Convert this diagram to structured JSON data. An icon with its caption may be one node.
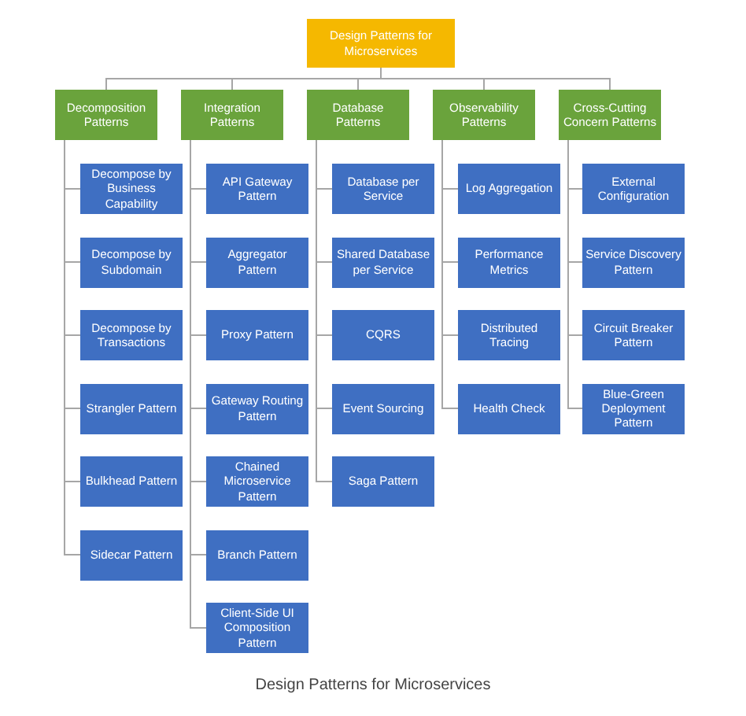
{
  "diagram": {
    "caption": "Design Patterns for Microservices",
    "nodes": [
      {
        "text": [
          "Design Patterns for Microservices"
        ]
      },
      {
        "text": [
          "Decomposition Patterns"
        ]
      },
      {
        "text": [
          "Integration Patterns"
        ]
      },
      {
        "text": [
          "Database Patterns"
        ]
      },
      {
        "text": [
          "Observability Patterns"
        ]
      },
      {
        "text": [
          "Cross-Cutting Concern Patterns"
        ]
      },
      {
        "text": [
          "Decompose by Business Capability"
        ]
      },
      {
        "text": [
          "Decompose by Subdomain"
        ]
      },
      {
        "text": [
          "Decompose by Transactions"
        ]
      },
      {
        "text": [
          "Strangler Pattern"
        ]
      },
      {
        "text": [
          "Bulkhead Pattern"
        ]
      },
      {
        "text": [
          "Sidecar Pattern"
        ]
      },
      {
        "text": [
          "API Gateway Pattern"
        ]
      },
      {
        "text": [
          "Aggregator Pattern"
        ]
      },
      {
        "text": [
          "Proxy Pattern"
        ]
      },
      {
        "text": [
          "Gateway Routing Pattern"
        ]
      },
      {
        "text": [
          "Chained Microservice Pattern"
        ]
      },
      {
        "text": [
          "Branch Pattern"
        ]
      },
      {
        "text": [
          "Client-Side UI Composition Pattern"
        ]
      },
      {
        "text": [
          "Database per Service"
        ]
      },
      {
        "text": [
          "Shared Database per Service"
        ]
      },
      {
        "text": [
          "CQRS"
        ]
      },
      {
        "text": [
          "Event Sourcing"
        ]
      },
      {
        "text": [
          "Saga Pattern"
        ]
      },
      {
        "text": [
          "Log Aggregation"
        ]
      },
      {
        "text": [
          "Performance Metrics"
        ]
      },
      {
        "text": [
          "Distributed Tracing"
        ]
      },
      {
        "text": [
          "Health Check"
        ]
      },
      {
        "text": [
          "External Configuration"
        ]
      },
      {
        "text": [
          "Service Discovery Pattern"
        ]
      },
      {
        "text": [
          "Circuit Breaker Pattern"
        ]
      },
      {
        "text": [
          "Blue-Green Deployment Pattern"
        ]
      }
    ],
    "edges": [
      {
        "from": 0,
        "to": 1,
        "arrow": "none"
      },
      {
        "from": 0,
        "to": 2,
        "arrow": "none"
      },
      {
        "from": 0,
        "to": 3,
        "arrow": "none"
      },
      {
        "from": 0,
        "to": 4,
        "arrow": "none"
      },
      {
        "from": 0,
        "to": 5,
        "arrow": "none"
      },
      {
        "from": 1,
        "to": 6,
        "arrow": "none"
      },
      {
        "from": 1,
        "to": 7,
        "arrow": "none"
      },
      {
        "from": 1,
        "to": 8,
        "arrow": "none"
      },
      {
        "from": 1,
        "to": 9,
        "arrow": "none"
      },
      {
        "from": 1,
        "to": 10,
        "arrow": "none"
      },
      {
        "from": 1,
        "to": 11,
        "arrow": "none"
      },
      {
        "from": 2,
        "to": 12,
        "arrow": "none"
      },
      {
        "from": 2,
        "to": 13,
        "arrow": "none"
      },
      {
        "from": 2,
        "to": 14,
        "arrow": "none"
      },
      {
        "from": 2,
        "to": 15,
        "arrow": "none"
      },
      {
        "from": 2,
        "to": 16,
        "arrow": "none"
      },
      {
        "from": 2,
        "to": 17,
        "arrow": "none"
      },
      {
        "from": 2,
        "to": 18,
        "arrow": "none"
      },
      {
        "from": 3,
        "to": 19,
        "arrow": "none"
      },
      {
        "from": 3,
        "to": 20,
        "arrow": "none"
      },
      {
        "from": 3,
        "to": 21,
        "arrow": "none"
      },
      {
        "from": 3,
        "to": 22,
        "arrow": "none"
      },
      {
        "from": 3,
        "to": 23,
        "arrow": "none"
      },
      {
        "from": 4,
        "to": 24,
        "arrow": "none"
      },
      {
        "from": 4,
        "to": 25,
        "arrow": "none"
      },
      {
        "from": 4,
        "to": 26,
        "arrow": "none"
      },
      {
        "from": 4,
        "to": 27,
        "arrow": "none"
      },
      {
        "from": 5,
        "to": 28,
        "arrow": "none"
      },
      {
        "from": 5,
        "to": 29,
        "arrow": "none"
      },
      {
        "from": 5,
        "to": 30,
        "arrow": "none"
      },
      {
        "from": 5,
        "to": 31,
        "arrow": "none"
      }
    ]
  }
}
